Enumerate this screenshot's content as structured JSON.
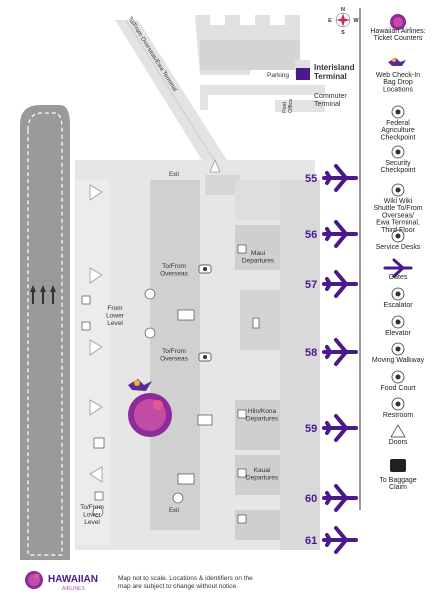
{
  "map": {
    "road_label": "To/From Overseas/Ewa Terminal",
    "interisland_terminal": "Interisland\nTerminal",
    "commuter_terminal": "Commuter\nTerminal",
    "parking": "Parking",
    "post_office": "Post\nOffice",
    "areas": {
      "maui": "Maui\nDepartures",
      "hilo_kona": "Hilo/Kona\nDepartures",
      "kauai": "Kauai\nDepartures",
      "to_from_overseas_1": "To/From\nOverseas",
      "to_from_overseas_2": "To/From\nOverseas",
      "from_lower_level": "From\nLower\nLevel",
      "to_from_lower_level": "To/From\nLower\nLevel"
    },
    "exits": [
      "Exit",
      "Exit"
    ],
    "gates": [
      "55",
      "56",
      "57",
      "58",
      "59",
      "60",
      "61"
    ],
    "compass": {
      "n": "N",
      "s": "S",
      "e": "E",
      "w": "W"
    }
  },
  "legend": {
    "items": [
      {
        "icon": "hawaiian-airlines-logo-icon",
        "label": "Hawaiian Airlines:\nTicket Counters"
      },
      {
        "icon": "web-checkin-icon",
        "label": "Web Check-In\nBag Drop\nLocations"
      },
      {
        "icon": "agriculture-checkpoint-icon",
        "label": "Federal\nAgriculture\nCheckpoint"
      },
      {
        "icon": "security-checkpoint-icon",
        "label": "Security\nCheckpoint"
      },
      {
        "icon": "shuttle-icon",
        "label": "Wiki Wiki\nShuttle To/From\nOverseas/\nEwa Terminal,\nThird Floor"
      },
      {
        "icon": "service-desk-icon",
        "label": "Service Desks"
      },
      {
        "icon": "gates-icon",
        "label": "Gates"
      },
      {
        "icon": "escalator-icon",
        "label": "Escalator"
      },
      {
        "icon": "elevator-icon",
        "label": "Elevator"
      },
      {
        "icon": "moving-walkway-icon",
        "label": "Moving Walkway"
      },
      {
        "icon": "food-court-icon",
        "label": "Food Court"
      },
      {
        "icon": "restroom-icon",
        "label": "Restroom"
      },
      {
        "icon": "doors-icon",
        "label": "Doors"
      },
      {
        "icon": "baggage-claim-icon",
        "label": "To Baggage\nClaim"
      }
    ]
  },
  "footer": {
    "brand": "HAWAIIAN",
    "brand_sub": "AIRLINES",
    "note": "Map not to scale. Locations & identifiers on the\nmap are subject to change without notice."
  },
  "colors": {
    "purple": "#4a1a8c",
    "magenta": "#b5318d",
    "gray_building": "#d9d9d9",
    "gray_dark": "#9c9c9c",
    "road": "#e6e6e6"
  }
}
